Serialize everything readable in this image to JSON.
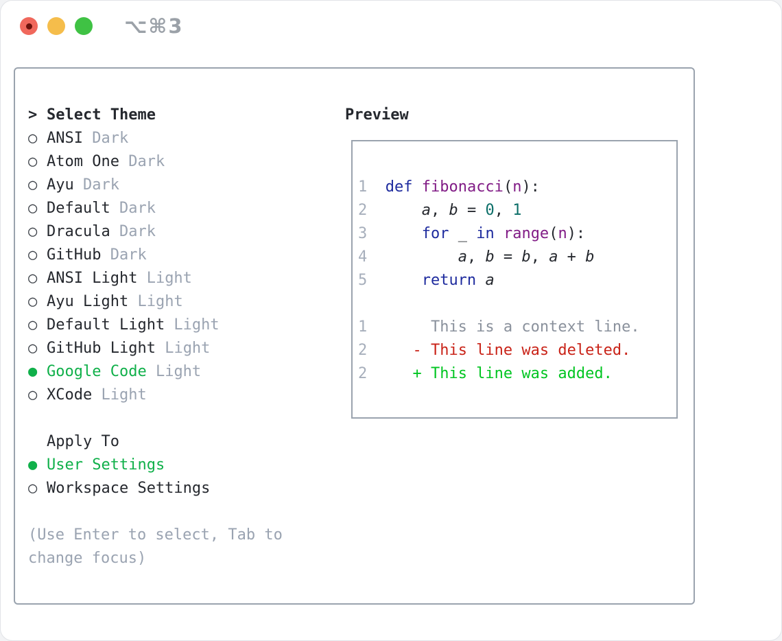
{
  "window": {
    "shortcut": "⌥⌘3",
    "traffic_lights": [
      "close",
      "minimize",
      "zoom"
    ]
  },
  "theme_panel": {
    "header": {
      "marker": ">",
      "label": "Select Theme"
    },
    "themes": [
      {
        "name": "ANSI",
        "variant": "Dark",
        "selected": false
      },
      {
        "name": "Atom One",
        "variant": "Dark",
        "selected": false
      },
      {
        "name": "Ayu",
        "variant": "Dark",
        "selected": false
      },
      {
        "name": "Default",
        "variant": "Dark",
        "selected": false
      },
      {
        "name": "Dracula",
        "variant": "Dark",
        "selected": false
      },
      {
        "name": "GitHub",
        "variant": "Dark",
        "selected": false
      },
      {
        "name": "ANSI Light",
        "variant": "Light",
        "selected": false
      },
      {
        "name": "Ayu Light",
        "variant": "Light",
        "selected": false
      },
      {
        "name": "Default Light",
        "variant": "Light",
        "selected": false
      },
      {
        "name": "GitHub Light",
        "variant": "Light",
        "selected": false
      },
      {
        "name": "Google Code",
        "variant": "Light",
        "selected": true
      },
      {
        "name": "XCode",
        "variant": "Light",
        "selected": false
      }
    ],
    "radio_glyphs": {
      "unselected": "○",
      "selected": "●"
    },
    "apply_to": {
      "label": "Apply To",
      "options": [
        {
          "name": "User Settings",
          "selected": true
        },
        {
          "name": "Workspace Settings",
          "selected": false
        }
      ]
    },
    "hint": "(Use Enter to select, Tab to change focus)"
  },
  "preview": {
    "title": "Preview",
    "lines": [
      {
        "num": "1",
        "tokens": [
          {
            "t": "def",
            "c": "kw"
          },
          {
            "t": " ",
            "c": "plain"
          },
          {
            "t": "fibonacci",
            "c": "typ"
          },
          {
            "t": "(",
            "c": "plain"
          },
          {
            "t": "n",
            "c": "typ"
          },
          {
            "t": "):",
            "c": "plain"
          }
        ]
      },
      {
        "num": "2",
        "tokens": [
          {
            "t": "    ",
            "c": "plain"
          },
          {
            "t": "a",
            "c": "var"
          },
          {
            "t": ", ",
            "c": "plain"
          },
          {
            "t": "b",
            "c": "var"
          },
          {
            "t": " = ",
            "c": "plain"
          },
          {
            "t": "0",
            "c": "lit"
          },
          {
            "t": ", ",
            "c": "plain"
          },
          {
            "t": "1",
            "c": "lit"
          }
        ]
      },
      {
        "num": "3",
        "tokens": [
          {
            "t": "    ",
            "c": "plain"
          },
          {
            "t": "for",
            "c": "kw"
          },
          {
            "t": " _ ",
            "c": "plain"
          },
          {
            "t": "in",
            "c": "kw"
          },
          {
            "t": " ",
            "c": "plain"
          },
          {
            "t": "range",
            "c": "typ"
          },
          {
            "t": "(",
            "c": "plain"
          },
          {
            "t": "n",
            "c": "typ"
          },
          {
            "t": "):",
            "c": "plain"
          }
        ]
      },
      {
        "num": "4",
        "tokens": [
          {
            "t": "        ",
            "c": "plain"
          },
          {
            "t": "a",
            "c": "var"
          },
          {
            "t": ", ",
            "c": "plain"
          },
          {
            "t": "b",
            "c": "var"
          },
          {
            "t": " = ",
            "c": "plain"
          },
          {
            "t": "b",
            "c": "var"
          },
          {
            "t": ", ",
            "c": "plain"
          },
          {
            "t": "a",
            "c": "var"
          },
          {
            "t": " + ",
            "c": "plain"
          },
          {
            "t": "b",
            "c": "var"
          }
        ]
      },
      {
        "num": "5",
        "tokens": [
          {
            "t": "    ",
            "c": "plain"
          },
          {
            "t": "return",
            "c": "kw"
          },
          {
            "t": " ",
            "c": "plain"
          },
          {
            "t": "a",
            "c": "var"
          }
        ]
      },
      {
        "num": "",
        "tokens": []
      },
      {
        "num": "1",
        "tokens": [
          {
            "t": "     This is a context line.",
            "c": "ctx"
          }
        ]
      },
      {
        "num": "2",
        "tokens": [
          {
            "t": "   ",
            "c": "plain"
          },
          {
            "t": "- This line was deleted.",
            "c": "del"
          }
        ]
      },
      {
        "num": "2",
        "tokens": [
          {
            "t": "   ",
            "c": "plain"
          },
          {
            "t": "+ This line was added.",
            "c": "add"
          }
        ]
      }
    ]
  },
  "colors": {
    "text_dark": "#25282e",
    "muted": "#9aa3b1",
    "selected_green": "#10b04a",
    "keyword_blue": "#1e2b9e",
    "type_purple": "#811c86",
    "literal_teal": "#0b6e68",
    "line_number": "#a6aebb",
    "diff_red": "#c92318",
    "diff_green": "#00c521",
    "panel_border": "#9aa3ae",
    "traffic_red": "#f0685c",
    "traffic_yellow": "#f5bd4b",
    "traffic_green": "#3fc244"
  }
}
